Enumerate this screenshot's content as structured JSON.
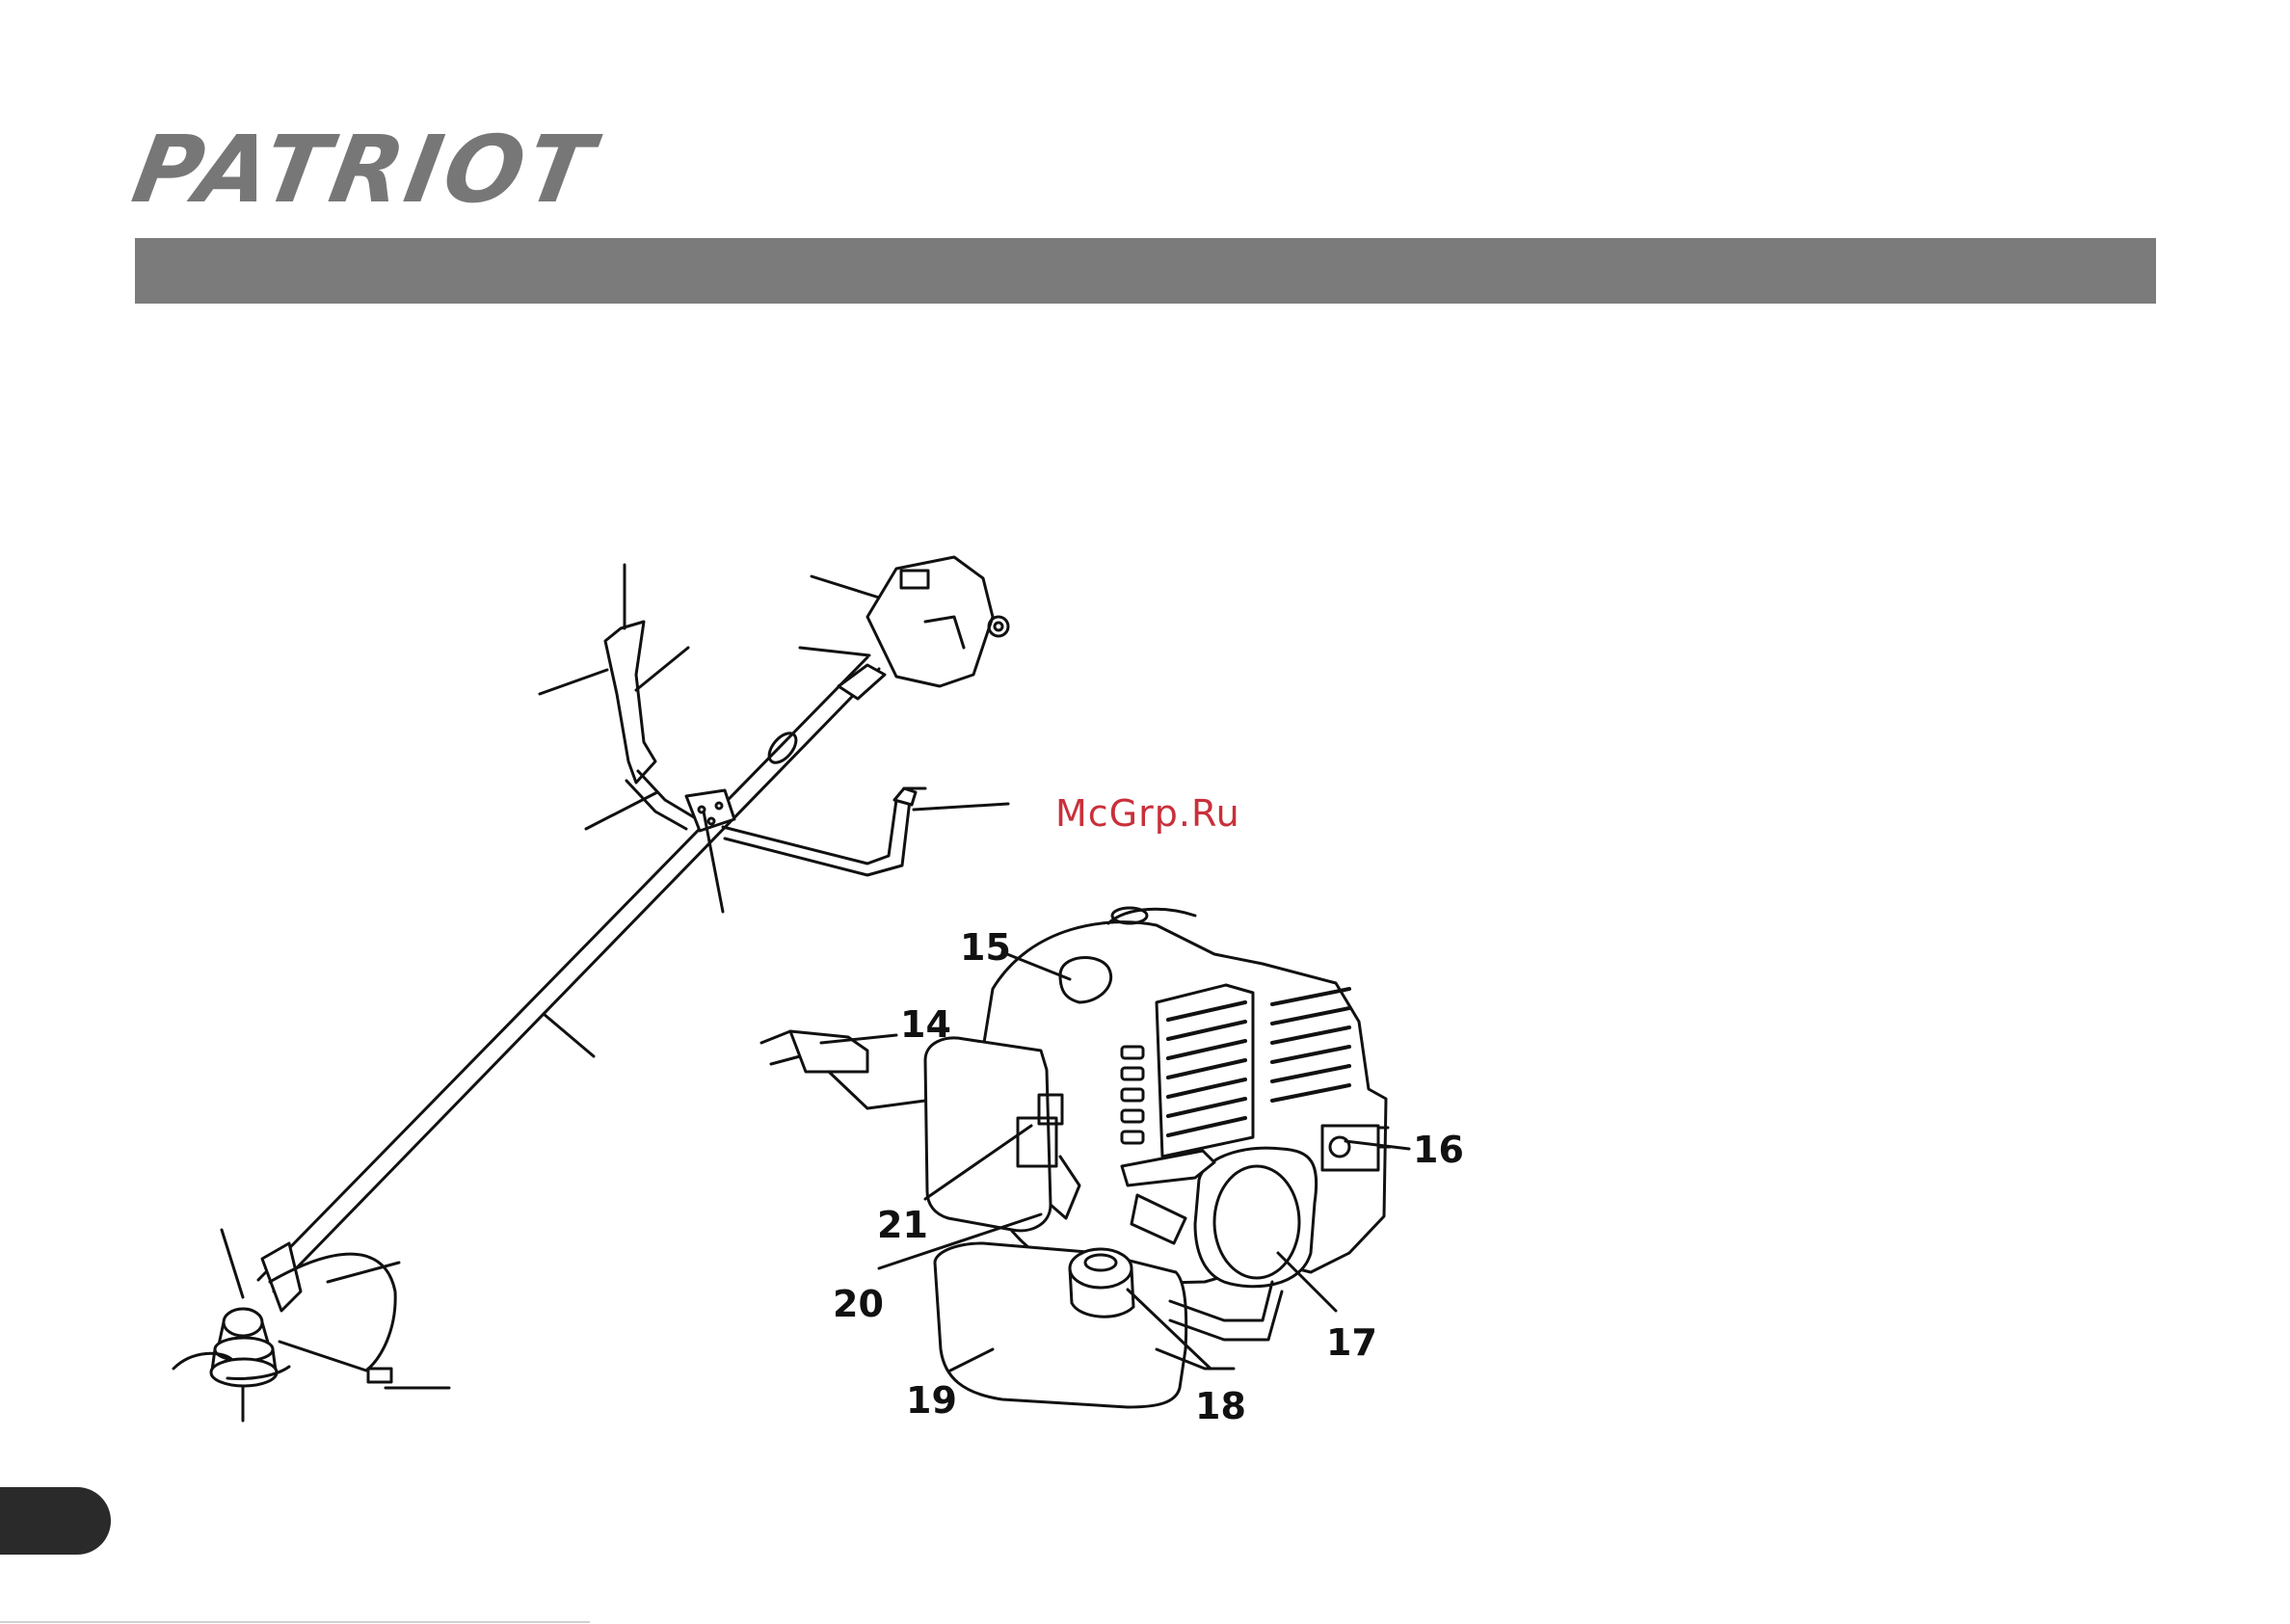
{
  "brand": {
    "logo_text": "PATRIOT"
  },
  "watermark": "McGrp.Ru",
  "callouts": [
    "15",
    "14",
    "16",
    "21",
    "20",
    "17",
    "18",
    "19"
  ]
}
